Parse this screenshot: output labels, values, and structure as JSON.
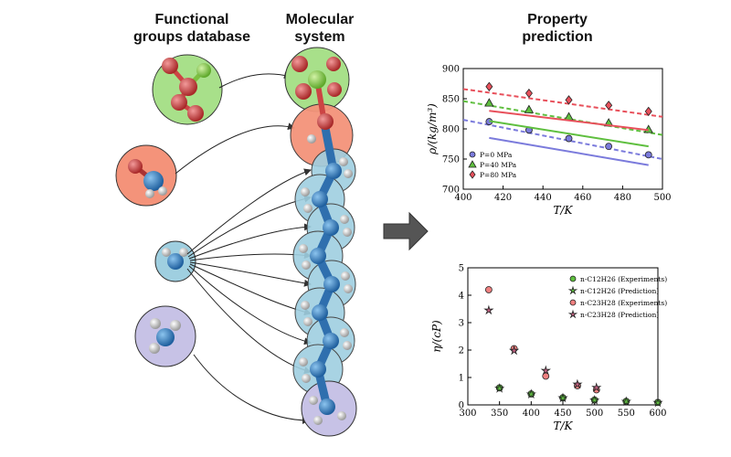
{
  "headings": {
    "left": [
      "Functional",
      "groups database"
    ],
    "middle": [
      "Molecular",
      "system"
    ],
    "right": [
      "Property",
      "prediction"
    ]
  },
  "colors": {
    "green_group": "#a8e08a",
    "red_group": "#f4937a",
    "blue_group": "#9fcfe0",
    "purple_group": "#c7c2e6",
    "carbon": "#3a86c6",
    "oxygen": "#d94a4a",
    "phosphorus": "#8fd14f",
    "hydrogen": "#f2f2f2",
    "arrow": "#555555"
  },
  "icons": [
    "functional-group-po4",
    "functional-group-oh",
    "functional-group-ch2",
    "functional-group-ch3",
    "molecule-chain",
    "process-arrow"
  ],
  "chart_data": [
    {
      "type": "scatter",
      "xlabel": "T/K",
      "ylabel": "ρ/(kg/m³)",
      "xlim": [
        400,
        500
      ],
      "ylim": [
        700,
        900
      ],
      "xticks": [
        400,
        420,
        440,
        460,
        480,
        500
      ],
      "yticks": [
        700,
        750,
        800,
        850,
        900
      ],
      "grid": false,
      "legend_position": "bottom-left",
      "series": [
        {
          "name": "P=0 MPa",
          "color": "#7b7bdc",
          "marker": "circle",
          "points": [
            [
              413,
              812
            ],
            [
              433,
              798
            ],
            [
              453,
              784
            ],
            [
              473,
              771
            ],
            [
              493,
              757
            ]
          ],
          "solid": [
            [
              413,
              785
            ],
            [
              493,
              740
            ]
          ],
          "dashed": [
            [
              400,
              815
            ],
            [
              500,
              750
            ]
          ]
        },
        {
          "name": "P=40 MPa",
          "color": "#5fbf3f",
          "marker": "triangle",
          "points": [
            [
              413,
              843
            ],
            [
              433,
              832
            ],
            [
              453,
              820
            ],
            [
              473,
              810
            ],
            [
              493,
              799
            ]
          ],
          "solid": [
            [
              413,
              813
            ],
            [
              493,
              771
            ]
          ],
          "dashed": [
            [
              400,
              846
            ],
            [
              500,
              790
            ]
          ]
        },
        {
          "name": "P=80 MPa",
          "color": "#e8505b",
          "marker": "diamond",
          "points": [
            [
              413,
              870
            ],
            [
              433,
              859
            ],
            [
              453,
              848
            ],
            [
              473,
              839
            ],
            [
              493,
              829
            ]
          ],
          "solid": [
            [
              413,
              830
            ],
            [
              493,
              798
            ]
          ],
          "dashed": [
            [
              400,
              866
            ],
            [
              500,
              820
            ]
          ]
        }
      ]
    },
    {
      "type": "scatter",
      "xlabel": "T/K",
      "ylabel": "η/(cP)",
      "xlim": [
        300,
        600
      ],
      "ylim": [
        0,
        5
      ],
      "xticks": [
        300,
        350,
        400,
        450,
        500,
        550,
        600
      ],
      "yticks": [
        0,
        1,
        2,
        3,
        4,
        5
      ],
      "grid": false,
      "legend_position": "top-right",
      "series": [
        {
          "name": "n-C12H26 (Experiments)",
          "color": "#5fbf3f",
          "marker": "circle",
          "points": [
            [
              350,
              0.62
            ],
            [
              400,
              0.4
            ],
            [
              450,
              0.26
            ],
            [
              500,
              0.18
            ],
            [
              550,
              0.13
            ],
            [
              600,
              0.09
            ]
          ]
        },
        {
          "name": "n-C12H26 (Prediction)",
          "color": "#5fbf3f",
          "marker": "star",
          "points": [
            [
              350,
              0.6
            ],
            [
              400,
              0.39
            ],
            [
              450,
              0.25
            ],
            [
              500,
              0.17
            ],
            [
              550,
              0.12
            ],
            [
              600,
              0.08
            ]
          ]
        },
        {
          "name": "n-C23H28 (Experiments)",
          "color": "#f08080",
          "marker": "circle",
          "points": [
            [
              333,
              4.2
            ],
            [
              373,
              2.05
            ],
            [
              423,
              1.05
            ],
            [
              473,
              0.7
            ],
            [
              503,
              0.55
            ]
          ]
        },
        {
          "name": "n-C23H28 (Prediction)",
          "color": "#c06080",
          "marker": "star",
          "points": [
            [
              333,
              3.45
            ],
            [
              373,
              1.98
            ],
            [
              423,
              1.25
            ],
            [
              473,
              0.75
            ],
            [
              503,
              0.63
            ]
          ]
        }
      ]
    }
  ]
}
